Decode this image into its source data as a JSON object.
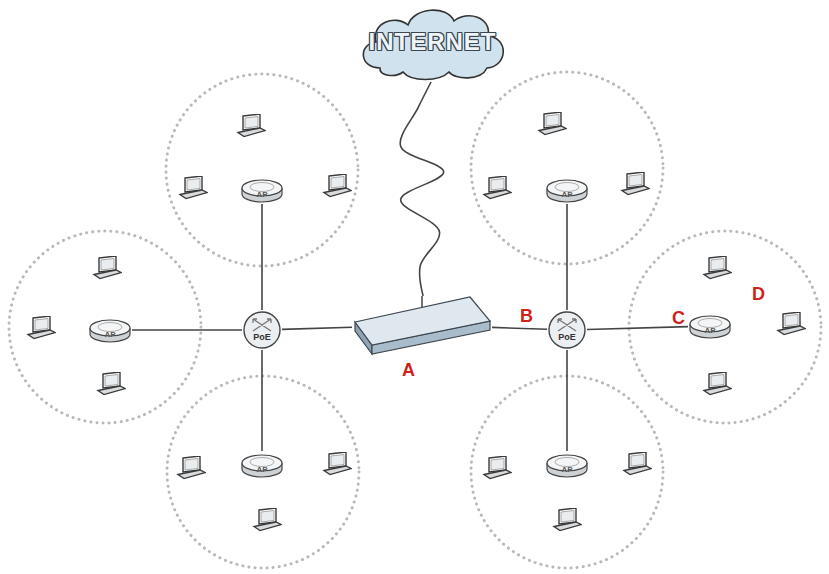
{
  "diagram": {
    "nodes": [
      {
        "text": [
          "INTERNET"
        ]
      },
      {
        "text": [
          "AP"
        ]
      },
      {
        "text": [
          "AP"
        ]
      },
      {
        "text": [
          "AP"
        ]
      },
      {
        "text": [
          "PoE"
        ]
      },
      {
        "text": [
          "A"
        ]
      },
      {
        "text": [
          "PoE"
        ]
      },
      {
        "text": [
          "AP"
        ]
      },
      {
        "text": [
          "AP"
        ]
      },
      {
        "text": [
          "AP"
        ]
      }
    ],
    "edges": [
      {
        "from": 0,
        "to": 5,
        "arrow": "none"
      },
      {
        "from": 5,
        "to": 4,
        "arrow": "none"
      },
      {
        "from": 5,
        "to": 6,
        "arrow": "none"
      },
      {
        "from": 4,
        "to": 1,
        "arrow": "none"
      },
      {
        "from": 4,
        "to": 3,
        "arrow": "none"
      },
      {
        "from": 4,
        "to": 8,
        "arrow": "none"
      },
      {
        "from": 6,
        "to": 2,
        "arrow": "none"
      },
      {
        "from": 6,
        "to": 7,
        "arrow": "none"
      },
      {
        "from": 6,
        "to": 9,
        "arrow": "none"
      }
    ],
    "labels": [
      "B",
      "C",
      "D"
    ]
  }
}
